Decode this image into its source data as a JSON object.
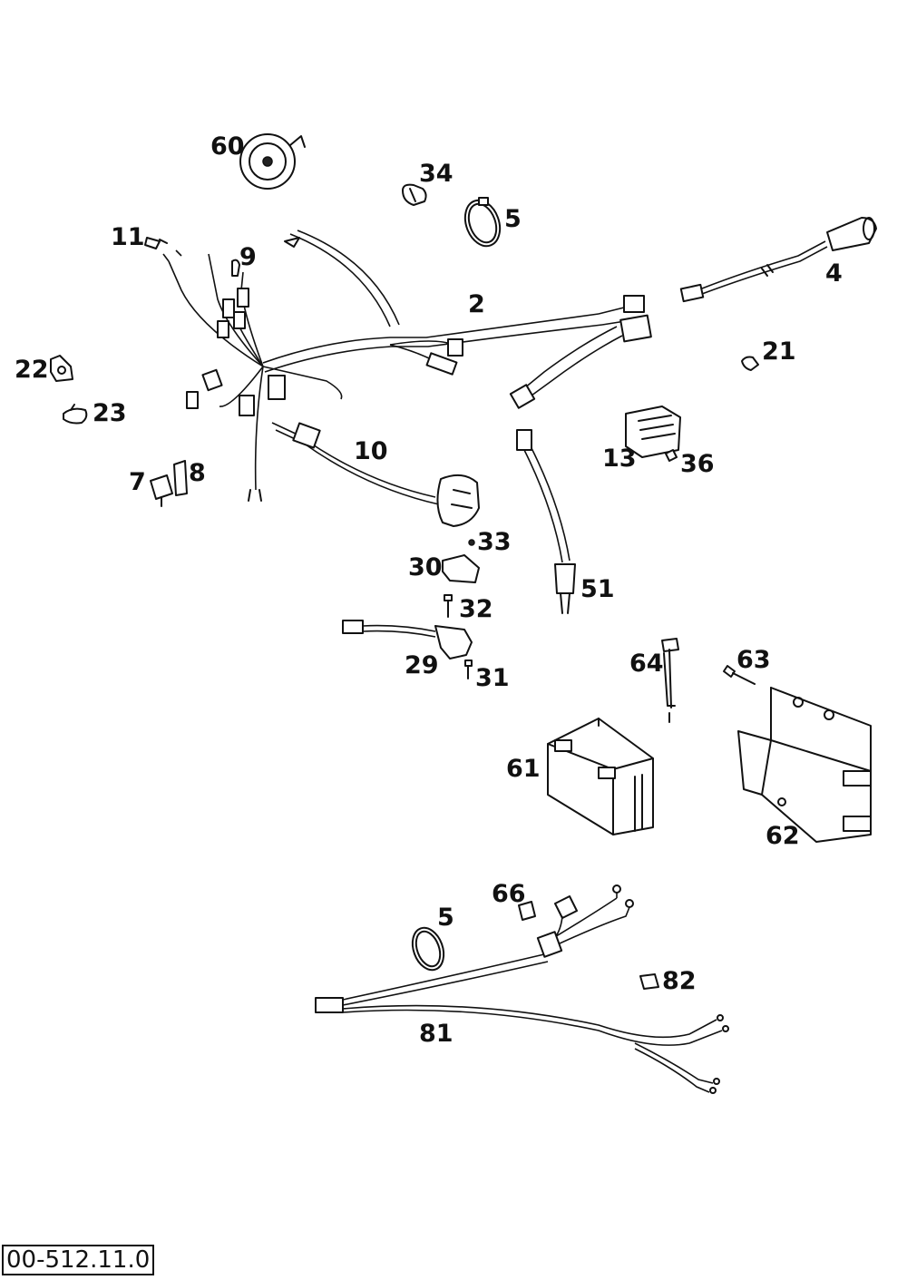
{
  "labels": {
    "p60": "60",
    "p34": "34",
    "p5a": "5",
    "p11": "11",
    "p9": "9",
    "p4": "4",
    "p2": "2",
    "p21": "21",
    "p22": "22",
    "p23": "23",
    "p10": "10",
    "p13": "13",
    "p36": "36",
    "p7": "7",
    "p8": "8",
    "p33": "33",
    "p30": "30",
    "p51": "51",
    "p32": "32",
    "p29": "29",
    "p31": "31",
    "p64": "64",
    "p63": "63",
    "p61": "61",
    "p62": "62",
    "p66": "66",
    "p5b": "5",
    "p82": "82",
    "p81": "81"
  },
  "reference": "00-512.11.0"
}
